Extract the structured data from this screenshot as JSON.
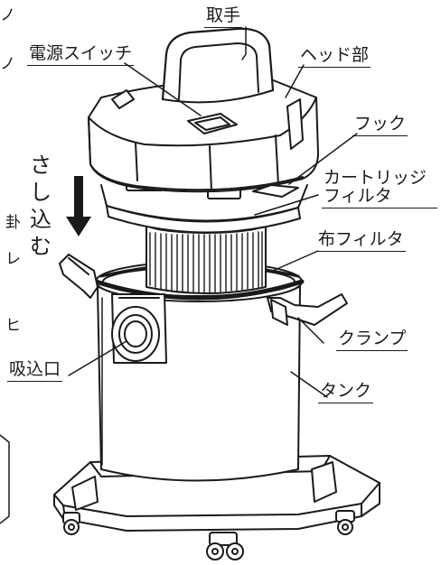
{
  "labels": {
    "handle": "取手",
    "power_switch": "電源スイッチ",
    "head": "ヘッド部",
    "hook": "フック",
    "cartridge_filter_line1": "カートリッジ",
    "cartridge_filter_line2": "フィルタ",
    "cloth_filter": "布フィルタ",
    "clamp": "クランプ",
    "intake": "吸込口",
    "tank": "タンク"
  },
  "insert_instruction": [
    "さ",
    "し",
    "込",
    "む"
  ],
  "edge_fragments": {
    "left_1": "ノ",
    "left_2": "ノ",
    "right_1": "卦",
    "right_2": "レ",
    "right_3": "ヒ"
  },
  "colors": {
    "line": "#1a1a1a",
    "body_fill": "#ffffff",
    "arrow": "#1a1a1a"
  }
}
